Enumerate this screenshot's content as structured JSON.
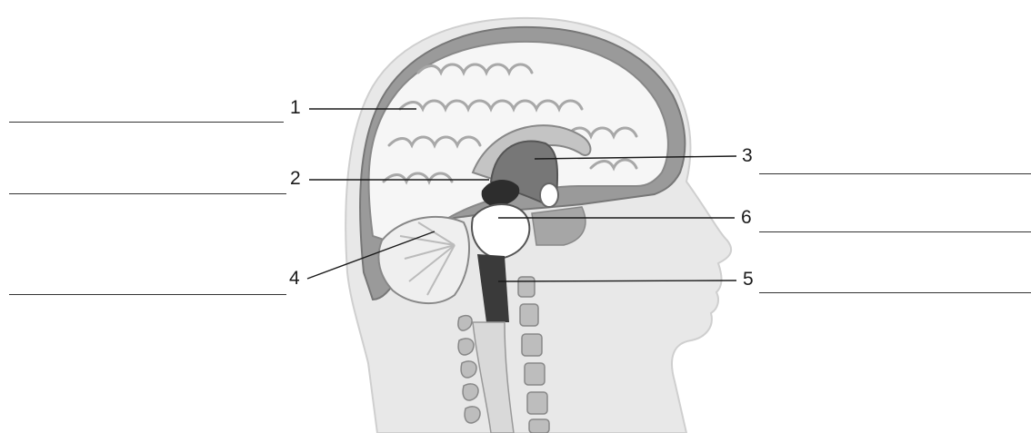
{
  "instructions": "",
  "labels": [
    {
      "id": "1",
      "text": "1"
    },
    {
      "id": "2",
      "text": "2"
    },
    {
      "id": "3",
      "text": "3"
    },
    {
      "id": "4",
      "text": "4"
    },
    {
      "id": "5",
      "text": "5"
    },
    {
      "id": "6",
      "text": "6"
    }
  ],
  "answers": [
    "",
    "",
    "",
    "",
    "",
    ""
  ],
  "colors": {
    "ink": "#1a1a1a",
    "skin": "#e8e8e8",
    "skull": "#9a9a9a",
    "brain": "#f6f6f6",
    "gyri": "#a8a8a8",
    "cerebellum": "#efefef",
    "thalamus": "#777777",
    "brainstem": "#3a3a3a",
    "pituitary": "#ffffff",
    "vertebra": "#bdbdbd"
  }
}
